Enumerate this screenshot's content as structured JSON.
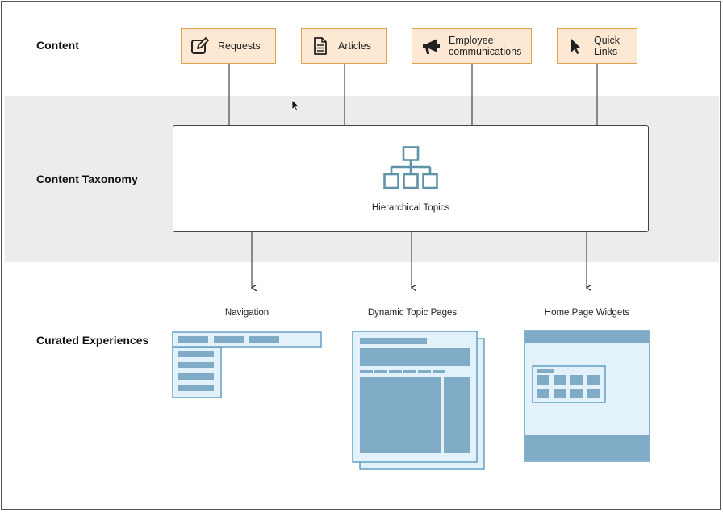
{
  "rows": {
    "content": "Content",
    "taxonomy": "Content Taxonomy",
    "experiences": "Curated Experiences"
  },
  "content_items": [
    {
      "label": "Requests",
      "icon": "edit-icon"
    },
    {
      "label": "Articles",
      "icon": "document-icon"
    },
    {
      "label_line1": "Employee",
      "label_line2": "communications",
      "icon": "megaphone-icon"
    },
    {
      "label_line1": "Quick",
      "label_line2": "Links",
      "icon": "cursor-icon"
    }
  ],
  "taxonomy": {
    "label": "Hierarchical Topics",
    "icon": "hierarchy-icon"
  },
  "experiences": [
    {
      "label": "Navigation"
    },
    {
      "label": "Dynamic Topic Pages"
    },
    {
      "label": "Home Page Widgets"
    }
  ],
  "colors": {
    "content_fill": "#fde9d3",
    "content_border": "#e0a250",
    "band": "#ececec",
    "illus_fill": "#e3f1fb",
    "illus_stroke": "#4d93b8",
    "illus_block": "#7fabc6",
    "taxonomy_icon": "#5f93a8"
  }
}
